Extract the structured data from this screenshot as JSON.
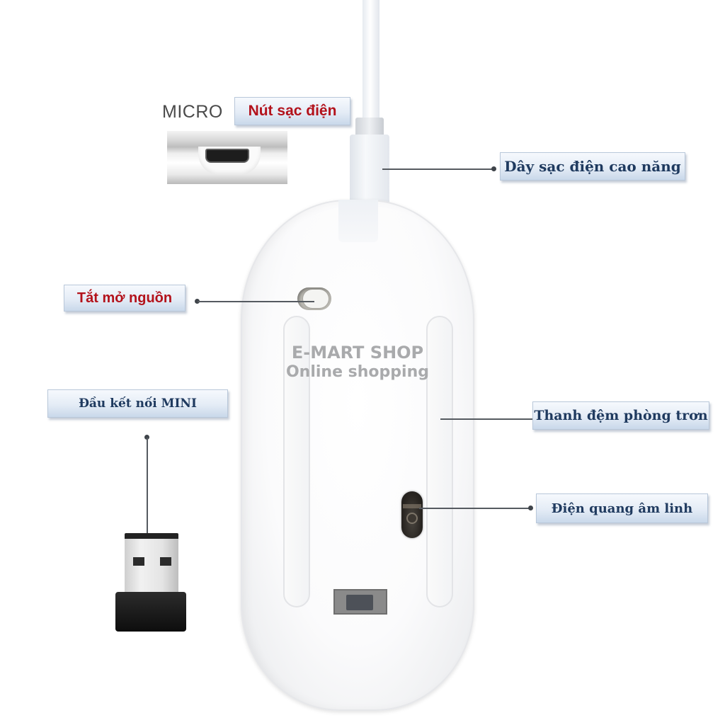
{
  "product": "wireless-mouse-bottom-view",
  "watermark": {
    "line1": "E-MART SHOP",
    "line2": "Online shopping"
  },
  "micro_label": "MICRO",
  "callouts": [
    {
      "id": "charge-port",
      "text": "Nút sạc điện",
      "color": "#b3121b"
    },
    {
      "id": "charging-cable",
      "text": "Dây sạc điện cao năng",
      "color": "#1f3a5f"
    },
    {
      "id": "power-switch",
      "text": "Tắt mở nguồn",
      "color": "#b3121b"
    },
    {
      "id": "mini-receiver",
      "text": "Đầu kết nối MINI",
      "color": "#1f3a5f"
    },
    {
      "id": "slide-pads",
      "text": "Thanh đệm phòng trơn",
      "color": "#1f3a5f"
    },
    {
      "id": "optical-sensor",
      "text": "Điện quang âm linh",
      "color": "#1f3a5f"
    }
  ],
  "colors": {
    "label_bg_top": "#f6f9fd",
    "label_bg_bottom": "#c9d8ea",
    "leader_line": "#555a60"
  }
}
